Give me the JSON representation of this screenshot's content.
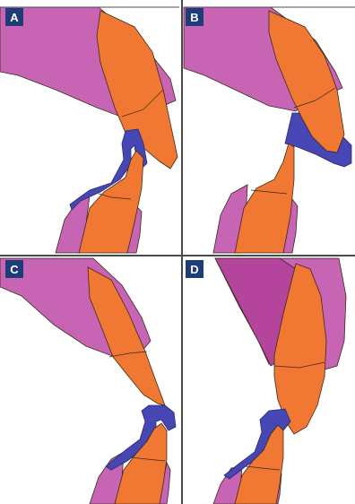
{
  "panels": [
    {
      "id": "A"
    },
    {
      "id": "B"
    },
    {
      "id": "C"
    },
    {
      "id": "D"
    }
  ],
  "colors": {
    "gingiva": "#c864b4",
    "gingiva_dark": "#b4449c",
    "tooth": "#f07832",
    "appliance": "#4646b4",
    "label_bg": "#1e3c78",
    "outline": "#3a2a1a",
    "divider": "#4a4a4a"
  }
}
